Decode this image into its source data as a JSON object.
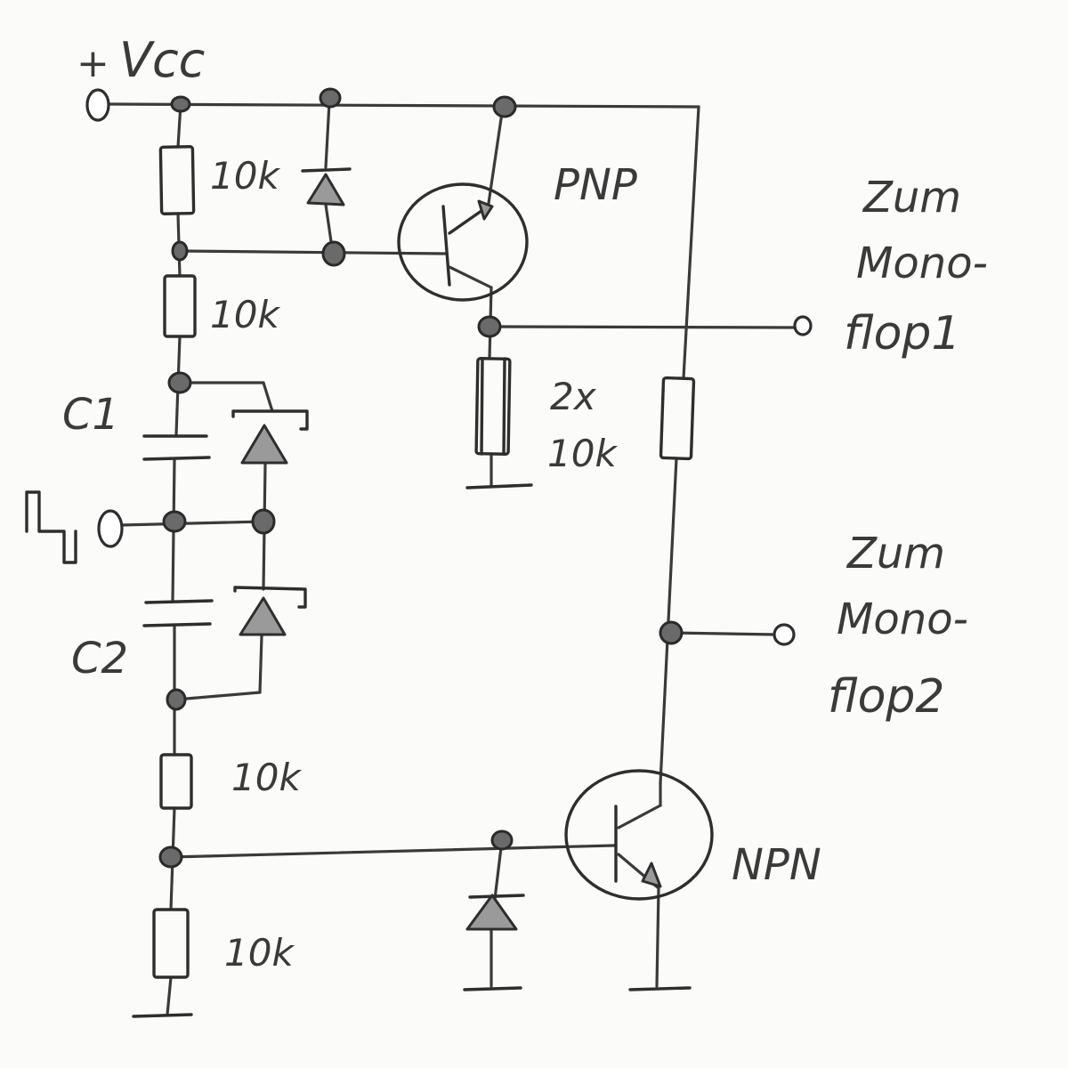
{
  "supply": {
    "plus": "+",
    "label": "Vcc"
  },
  "resistors": {
    "r1": "10k",
    "r2": "10k",
    "r3_line1": "2x",
    "r3_line2": "10k",
    "r4": "10k",
    "r5": "10k"
  },
  "capacitors": {
    "c1": "C1",
    "c2": "C2"
  },
  "transistors": {
    "top": "PNP",
    "bottom": "NPN"
  },
  "outputs": {
    "out1": [
      "Zum",
      "Mono-",
      "flop1"
    ],
    "out2": [
      "Zum",
      "Mono-",
      "flop2"
    ]
  },
  "colors": {
    "ink": "#3a3a3a",
    "paper": "#fbfbfa",
    "diode_fill": "#9a9a9a"
  }
}
